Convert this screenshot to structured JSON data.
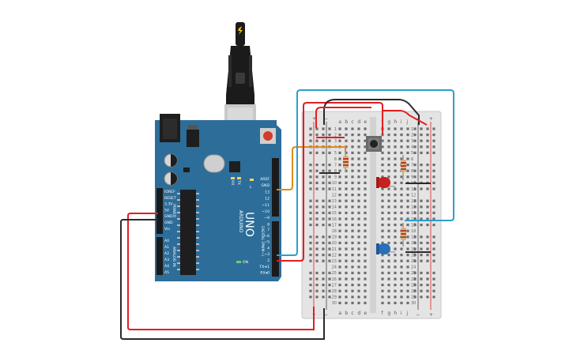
{
  "board": {
    "name": "UNO",
    "brand": "ARDUINO",
    "power_section_label": "POWER",
    "analog_section_label": "ANALOG IN",
    "digital_section_label": "DIGITAL (PWM~)",
    "tx_label": "TX",
    "rx_label": "RX",
    "l_label": "L",
    "on_label": "ON",
    "power_pins": [
      "IOREF",
      "RESET",
      "3.3V",
      "5V",
      "GND",
      "GND",
      "Vin"
    ],
    "analog_pins": [
      "A0",
      "A1",
      "A2",
      "A3",
      "A4",
      "A5"
    ],
    "digital_pins_upper": [
      "AREF",
      "GND",
      "13",
      "12",
      "~11",
      "~10",
      "~9",
      "8"
    ],
    "digital_pins_lower": [
      "7",
      "~6",
      "~5",
      "4",
      "~3",
      "2",
      "TX➔1",
      "RX◂0"
    ]
  },
  "breadboard": {
    "column_letters_left": [
      "a",
      "b",
      "c",
      "d",
      "e"
    ],
    "column_letters_right": [
      "f",
      "g",
      "h",
      "i",
      "j"
    ],
    "rows": [
      "1",
      "2",
      "3",
      "4",
      "5",
      "6",
      "7",
      "8",
      "9",
      "10",
      "11",
      "12",
      "13",
      "14",
      "15",
      "16",
      "17",
      "18",
      "19",
      "20",
      "21",
      "22",
      "23",
      "24",
      "25",
      "26",
      "27",
      "28",
      "29",
      "30"
    ],
    "rail_plus": "+",
    "rail_minus": "−"
  },
  "colors": {
    "board_blue": "#2d6d99",
    "breadboard": "#e4e4e4",
    "wire_red": "#e21d23",
    "wire_black": "#2a2a2a",
    "wire_orange": "#e0891c",
    "wire_blue": "#2b9fcf",
    "led_red": "#c8201f",
    "led_blue": "#2a6fb7"
  }
}
